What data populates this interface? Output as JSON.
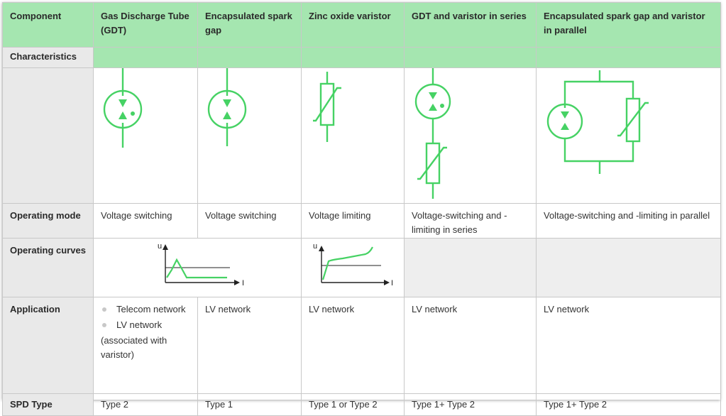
{
  "columns": [
    "Component",
    "Gas Discharge Tube (GDT)",
    "Encapsulated spark gap",
    "Zinc oxide varistor",
    "GDT and varistor in series",
    "Encapsulated spark gap and varistor in parallel"
  ],
  "rows": {
    "characteristics_label": "Characteristics",
    "operating_mode": {
      "label": "Operating mode",
      "values": [
        "Voltage switching",
        "Voltage switching",
        "Voltage limiting",
        "Voltage-switching and -limiting in series",
        "Voltage-switching and -limiting in parallel"
      ]
    },
    "operating_curves": {
      "label": "Operating curves",
      "axis_u": "u",
      "axis_i": "I"
    },
    "application": {
      "label": "Application",
      "gdt_items": [
        "Telecom network",
        "LV network"
      ],
      "gdt_note": "(associated with varistor)",
      "values": [
        "LV network",
        "LV network",
        "LV network",
        "LV network"
      ]
    },
    "spd_type": {
      "label": "SPD Type",
      "values": [
        "Type 2",
        "Type 1",
        "Type 1 or Type 2",
        "Type 1+ Type 2",
        "Type 1+ Type 2"
      ]
    }
  },
  "colors": {
    "header_green": "#a5e6b0",
    "symbol_green": "#46d264",
    "label_gray": "#e9e9e9"
  }
}
